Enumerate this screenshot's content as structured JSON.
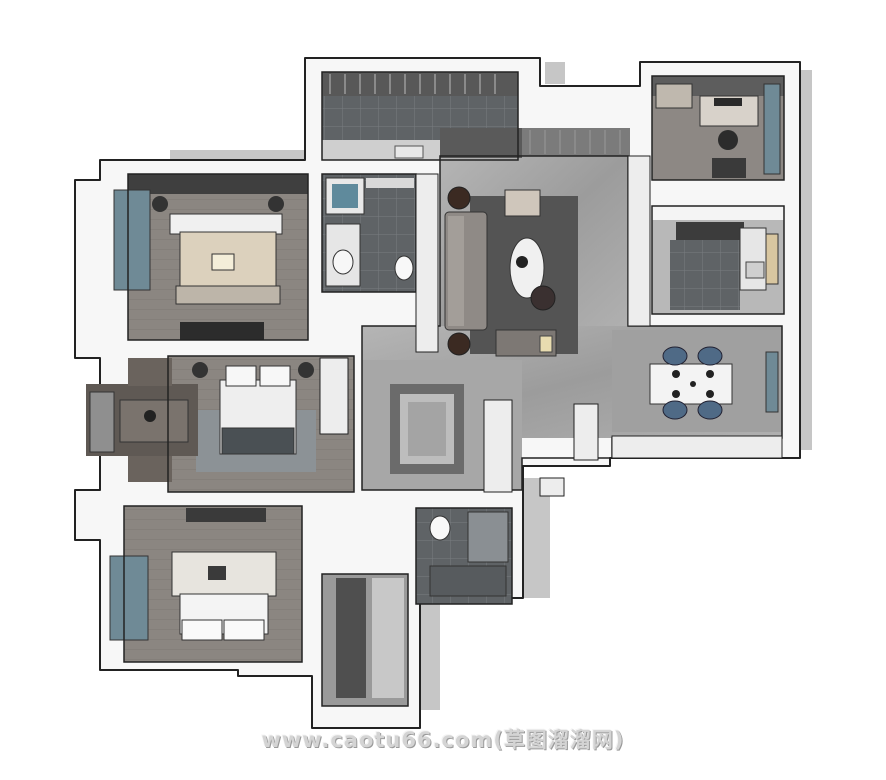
{
  "scene": {
    "kind": "3d floor plan render",
    "colors": {
      "wall": "#f7f7f7",
      "wall_outline": "#222222",
      "shadow": "#b9b9b9",
      "floor_wood": "#8a8580",
      "floor_stone": "#a4a4a4",
      "tile_dark": "#5e6265",
      "window_glass": "#6f8a96",
      "chair_blue": "#4f6a86"
    },
    "rooms": [
      "master-bedroom",
      "bedroom-middle",
      "bedroom-lower",
      "study",
      "kitchen",
      "bathroom-upper",
      "bathroom-lower",
      "balcony",
      "living-room",
      "dining-area",
      "closet-corridor"
    ]
  },
  "watermark": {
    "text": "www.caotu66.com(草图溜溜网)"
  }
}
